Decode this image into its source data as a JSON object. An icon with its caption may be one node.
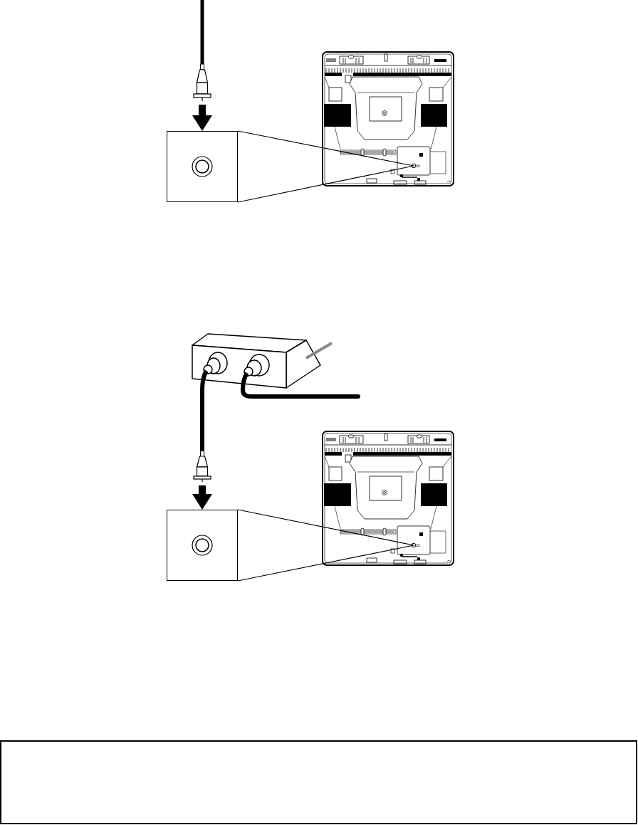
{
  "diagram": {
    "nodes": [
      {
        "text": [],
        "shape": "picture"
      },
      {
        "text": [],
        "shape": "box"
      },
      {
        "text": [],
        "shape": "picture"
      },
      {
        "text": [],
        "shape": "picture"
      },
      {
        "text": [],
        "shape": "picture"
      },
      {
        "text": [],
        "shape": "box"
      },
      {
        "text": [],
        "shape": "picture"
      },
      {
        "text": [],
        "shape": "box"
      }
    ],
    "edges": [
      {
        "from": 0,
        "to": 1,
        "arrow": "to"
      },
      {
        "from": 3,
        "to": 4,
        "arrow": "none"
      },
      {
        "from": 3,
        "to": null,
        "arrow": "none"
      },
      {
        "from": 4,
        "to": 5,
        "arrow": "to"
      }
    ]
  }
}
